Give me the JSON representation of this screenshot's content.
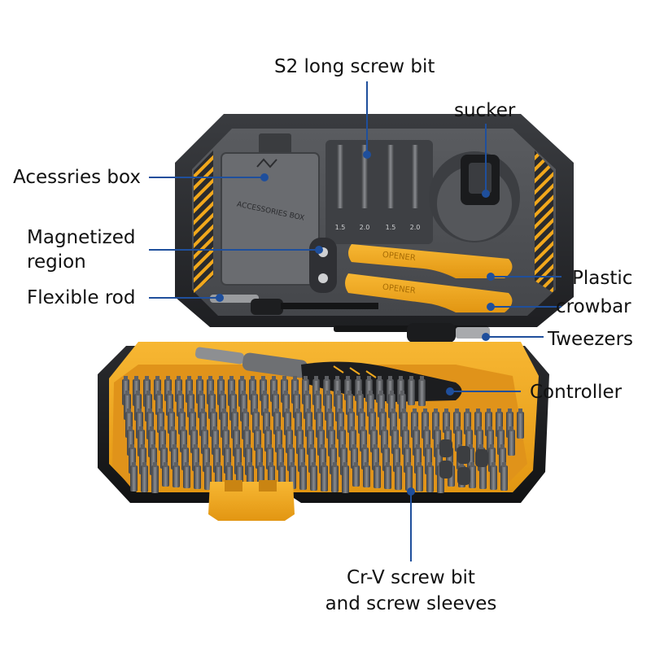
{
  "labels": {
    "s2_bits": "S2 long screw bit",
    "sucker": "sucker",
    "accessories_box": "Acessries box",
    "magnetized_line1": "Magnetized",
    "magnetized_line2": "region",
    "flexible_rod": "Flexible rod",
    "plastic_line1": "Plastic",
    "plastic_line2": "crowbar",
    "tweezers": "Tweezers",
    "controller": "Controller",
    "crv_line1": "Cr-V screw bit",
    "crv_line2": "and screw sleeves"
  },
  "box_print": {
    "accessories_lid": "ACCESSORIES BOX",
    "opener_top": "OPENER",
    "opener_bottom": "OPENER",
    "bit_sizes": [
      "1.5",
      "2.0",
      "1.5",
      "2.0"
    ]
  },
  "colors": {
    "accent_yellow": "#f2a81c",
    "case_dark": "#2b2d31",
    "tray_gray": "#4a4c50",
    "leader_blue": "#1f4f9c"
  }
}
